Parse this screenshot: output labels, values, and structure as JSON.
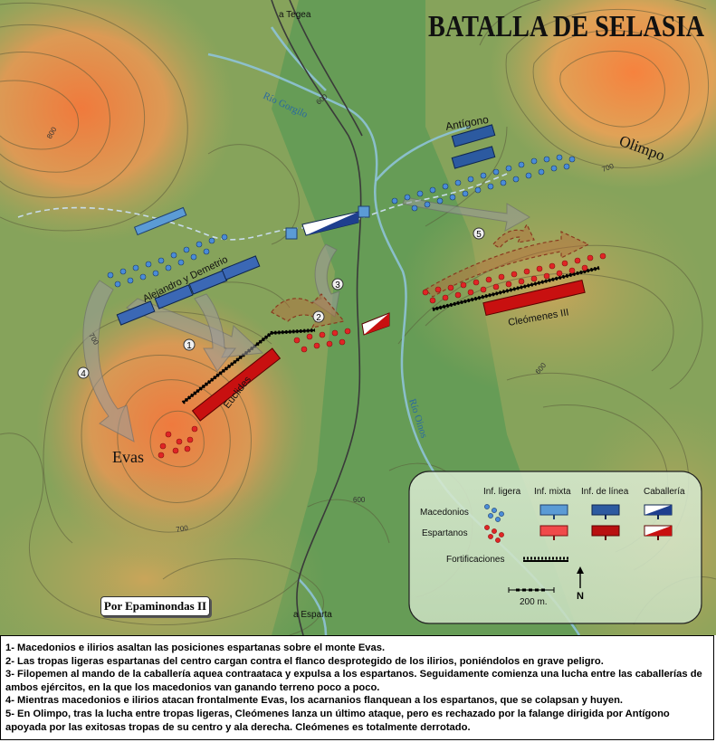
{
  "title": "BATALLA DE SELASIA",
  "places": {
    "tegea": "a Tegea",
    "esparta": "a Esparta",
    "gorgilo": "Río Gorgilo",
    "oinos": "Río Oinos",
    "olimpo": "Olimpo",
    "evas": "Evas"
  },
  "units": {
    "antigono": "Antígono",
    "alejandro": "Alejandro y Demetrio",
    "euclides": "Euclides",
    "cleomenes": "Cleómenes III"
  },
  "contours": {
    "c800": "800",
    "c600a": "600",
    "c700a": "700",
    "c700b": "700",
    "c600b": "600",
    "c600c": "600",
    "c700c": "700"
  },
  "steps": [
    "1",
    "2",
    "3",
    "4",
    "5"
  ],
  "legend": {
    "col_light": "Inf. ligera",
    "col_mixed": "Inf. mixta",
    "col_line": "Inf. de línea",
    "col_cav": "Caballería",
    "row_mac": "Macedonios",
    "row_spa": "Espartanos",
    "fort": "Fortificaciones",
    "scale": "200 m.",
    "north": "N"
  },
  "colors": {
    "macedonian_light": "#4a90d9",
    "macedonian_mixed": "#5b9bd5",
    "macedonian_line": "#2a4a8a",
    "spartan": "#d42020",
    "spartan_line": "#b01010"
  },
  "credit": "Por Epaminondas II",
  "notes": [
    "1- Macedonios e ilirios asaltan las posiciones espartanas sobre el monte Evas.",
    "2- Las tropas ligeras espartanas del centro cargan contra el flanco desprotegido de los ilirios, poniéndolos en grave peligro.",
    "3- Filopemen al mando de la caballería aquea contraataca y expulsa a los espartanos. Seguidamente comienza una lucha entre las caballerías de ambos ejércitos, en la que los macedonios van ganando terreno poco a poco.",
    "4- Mientras macedonios e ilirios atacan frontalmente Evas, los acarnanios flanquean a los espartanos, que se colapsan y huyen.",
    "5- En Olimpo, tras la lucha entre tropas ligeras, Cleómenes lanza un último ataque, pero es rechazado por la falange dirigida por Antígono apoyada por las exitosas tropas de su centro y ala derecha. Cleómenes es totalmente derrotado."
  ]
}
